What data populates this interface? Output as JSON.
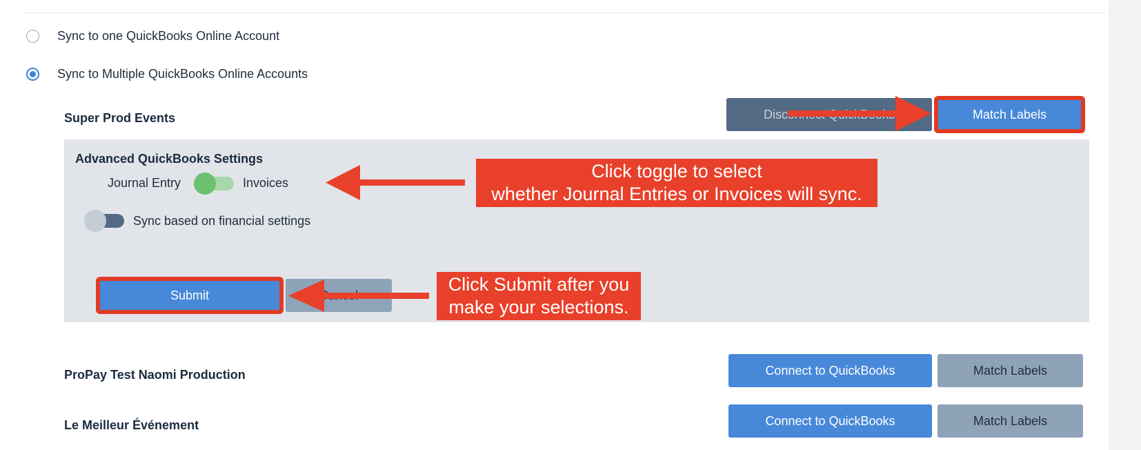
{
  "sync_options": {
    "one": {
      "label": "Sync to one QuickBooks Online Account",
      "selected": false
    },
    "multiple": {
      "label": "Sync to Multiple QuickBooks Online Accounts",
      "selected": true
    }
  },
  "accounts": [
    {
      "name": "Super Prod Events",
      "disconnect_label": "Disconnect QuickBooks",
      "match_label": "Match Labels",
      "advanced": {
        "title": "Advanced QuickBooks Settings",
        "journal_label": "Journal Entry",
        "invoices_label": "Invoices",
        "financial_label": "Sync based on financial settings",
        "submit_label": "Submit",
        "cancel_label": "Cancel"
      }
    },
    {
      "name": "ProPay Test Naomi Production",
      "connect_label": "Connect to QuickBooks",
      "match_label": "Match Labels"
    },
    {
      "name": "Le Meilleur Événement",
      "connect_label": "Connect to QuickBooks",
      "match_label": "Match Labels"
    }
  ],
  "annotations": {
    "toggle_callout": [
      "Click toggle to select",
      "whether Journal Entries or Invoices will sync."
    ],
    "submit_callout": [
      "Click Submit after you",
      "make your selections."
    ]
  },
  "colors": {
    "accent_blue": "#4788d9",
    "annotation_red": "#e8402a",
    "toggle_green": "#6cc070",
    "toggle_dark": "#526a84"
  }
}
